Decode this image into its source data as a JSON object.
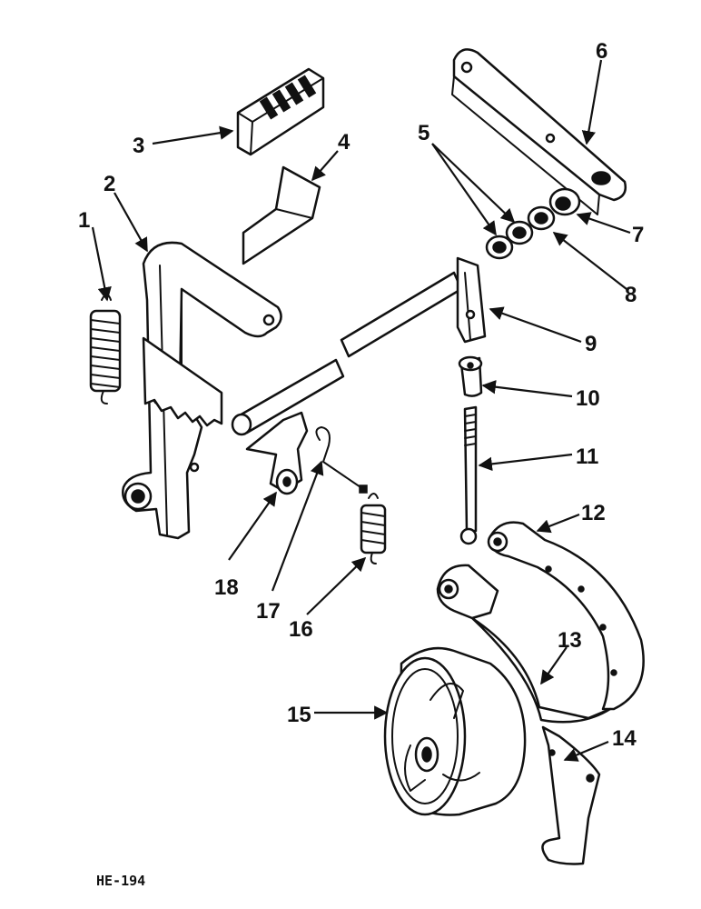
{
  "figure_id": "HE-194",
  "callouts": [
    "1",
    "2",
    "3",
    "4",
    "5",
    "6",
    "7",
    "8",
    "9",
    "10",
    "11",
    "12",
    "13",
    "14",
    "15",
    "16",
    "17",
    "18"
  ]
}
